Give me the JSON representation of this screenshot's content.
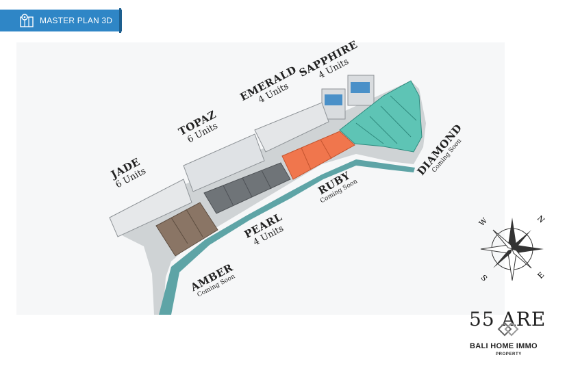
{
  "header": {
    "title": "MASTER PLAN 3D",
    "icon": "map-pin-icon",
    "color": "#2f86c6"
  },
  "zones": [
    {
      "id": "jade",
      "name": "JADE",
      "detail": "6 Units"
    },
    {
      "id": "topaz",
      "name": "TOPAZ",
      "detail": "6 Units"
    },
    {
      "id": "emerald",
      "name": "EMERALD",
      "detail": "4 Units"
    },
    {
      "id": "sapphire",
      "name": "SAPPHIRE",
      "detail": "4 Units"
    },
    {
      "id": "diamond",
      "name": "DIAMOND",
      "detail": "Coming Soon"
    },
    {
      "id": "ruby",
      "name": "RUBY",
      "detail": "Coming Soon"
    },
    {
      "id": "pearl",
      "name": "PEARL",
      "detail": "4 Units"
    },
    {
      "id": "amber",
      "name": "AMBER",
      "detail": "Coming Soon"
    }
  ],
  "compass": {
    "n": "N",
    "e": "E",
    "s": "S",
    "w": "W"
  },
  "brand": {
    "title": "55 ARE",
    "name": "BALI HOME IMMO",
    "tagline": "PROPERTY"
  },
  "colors": {
    "diamond": "#5ec4b5",
    "ruby": "#f0764d",
    "amber": "#8a7565",
    "pearl": "#6f7478",
    "road": "#5ea4a6"
  }
}
